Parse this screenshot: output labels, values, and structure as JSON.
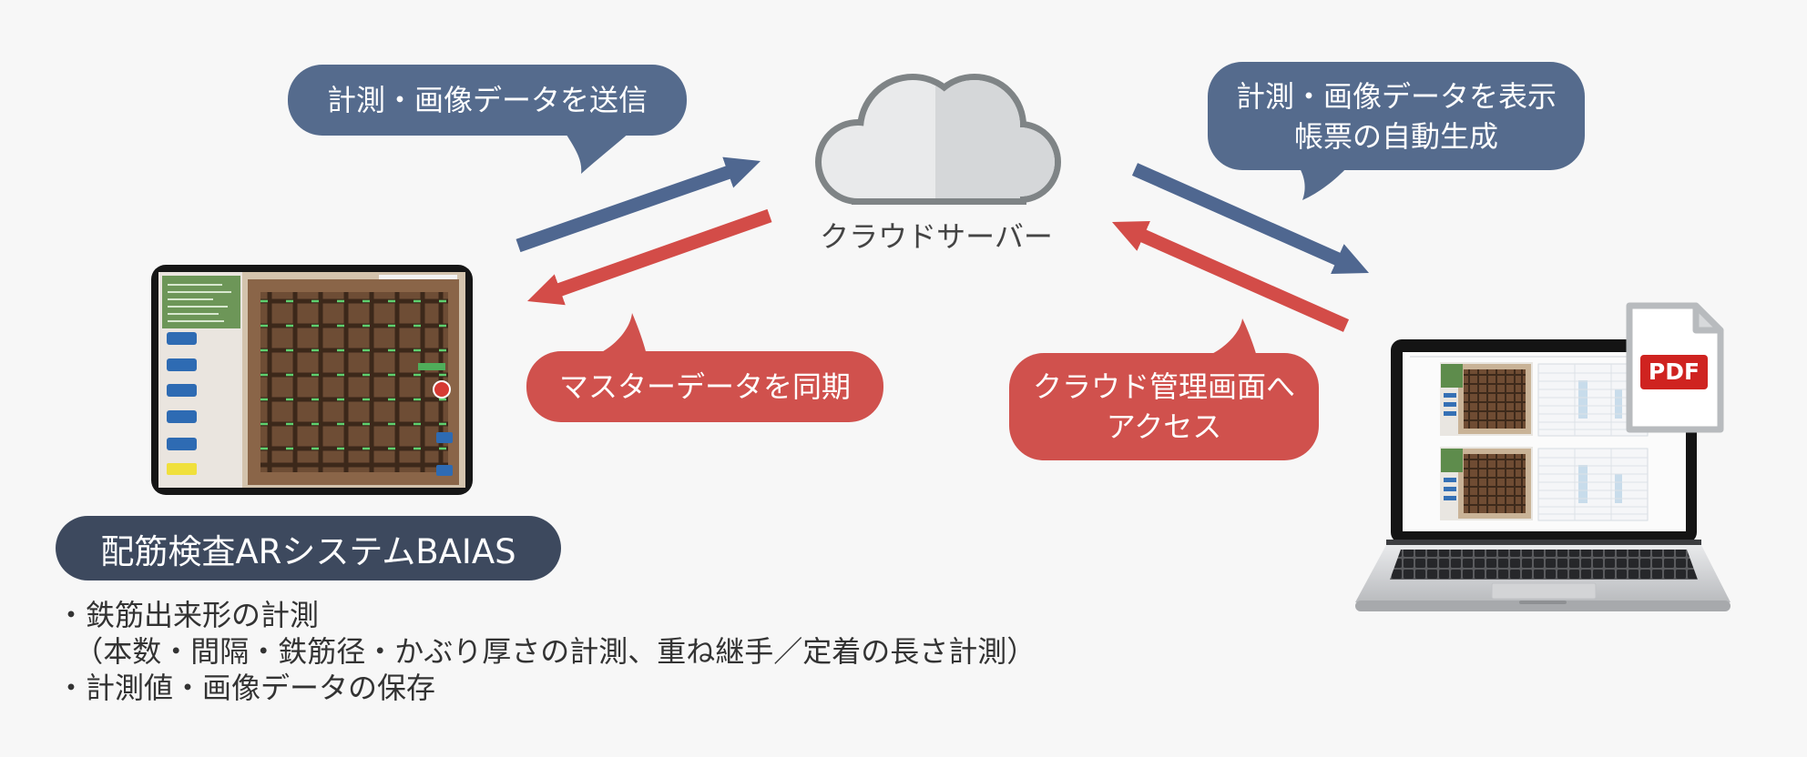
{
  "diagram": {
    "bubble_send": {
      "text": "計測・画像データを送信"
    },
    "bubble_display": {
      "lines": [
        "計測・画像データを表示",
        "帳票の自動生成"
      ]
    },
    "bubble_sync": {
      "text": "マスターデータを同期"
    },
    "bubble_access": {
      "lines": [
        "クラウド管理画面へ",
        "アクセス"
      ]
    },
    "cloud_server": {
      "label": "クラウドサーバー"
    },
    "system": {
      "name": "配筋検査ARシステムBAIAS",
      "features": [
        "・鉄筋出来形の計測",
        "（本数・間隔・鉄筋径・かぶり厚さの計測、重ね継手／定着の長さ計測）",
        "・計測値・画像データの保存"
      ]
    },
    "pdf_badge": {
      "label": "PDF"
    }
  },
  "icons": {
    "cloud": "cloud-icon",
    "tablet": "tablet-icon",
    "laptop": "laptop-icon",
    "pdf": "pdf-file-icon",
    "arrow": "arrow-icon"
  },
  "colors": {
    "background": "#f7f7f7",
    "bubble_blue": "#556b8d",
    "bubble_red": "#d0514d",
    "arrow_blue": "#4f6790",
    "arrow_red": "#d34c48",
    "pill": "#3d495e",
    "pdf_red": "#cf2320",
    "text_dark": "#333333"
  }
}
